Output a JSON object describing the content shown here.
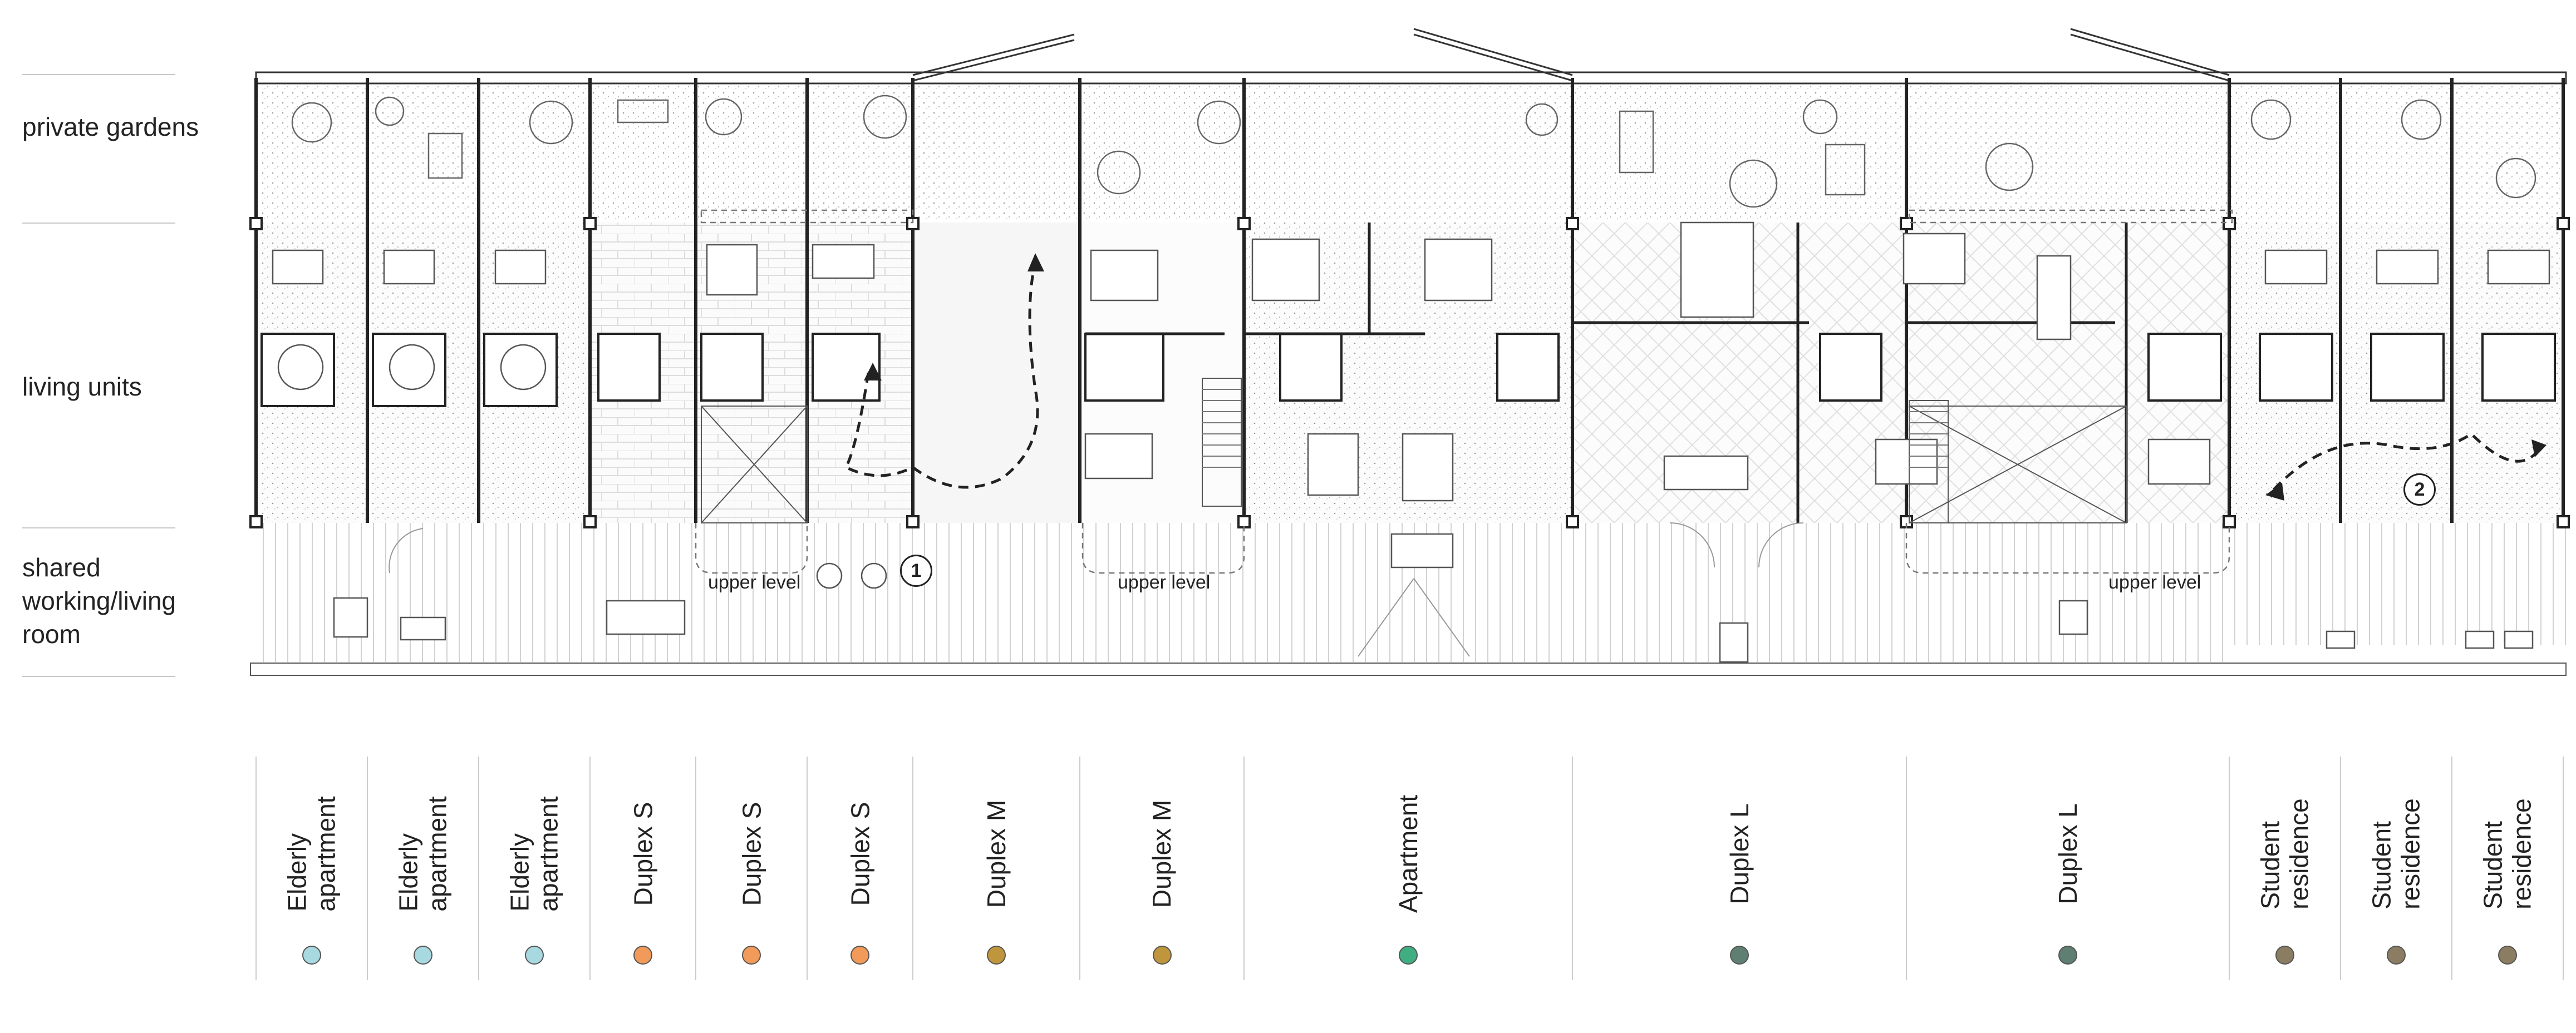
{
  "zones": [
    {
      "id": "gardens",
      "label": "private gardens"
    },
    {
      "id": "units",
      "label": "living units"
    },
    {
      "id": "shared",
      "label": "shared working/living room",
      "lines": [
        "shared",
        "working/living",
        "room"
      ]
    }
  ],
  "units": [
    {
      "lines": [
        "Elderly",
        "apartment"
      ],
      "color": "#a8d8e0"
    },
    {
      "lines": [
        "Elderly",
        "apartment"
      ],
      "color": "#a8d8e0"
    },
    {
      "lines": [
        "Elderly",
        "apartment"
      ],
      "color": "#a8d8e0"
    },
    {
      "lines": [
        "Duplex S"
      ],
      "color": "#f29a5a"
    },
    {
      "lines": [
        "Duplex S"
      ],
      "color": "#f29a5a"
    },
    {
      "lines": [
        "Duplex S"
      ],
      "color": "#f29a5a"
    },
    {
      "lines": [
        "Duplex M"
      ],
      "color": "#c0963c"
    },
    {
      "lines": [
        "Duplex M"
      ],
      "color": "#c0963c"
    },
    {
      "lines": [
        "Apartment"
      ],
      "color": "#3fae83"
    },
    {
      "lines": [
        "Duplex L"
      ],
      "color": "#5f7f72"
    },
    {
      "lines": [
        "Duplex L"
      ],
      "color": "#5f7f72"
    },
    {
      "lines": [
        "Student",
        "residence"
      ],
      "color": "#8a7d62"
    },
    {
      "lines": [
        "Student",
        "residence"
      ],
      "color": "#8a7d62"
    },
    {
      "lines": [
        "Student",
        "residence"
      ],
      "color": "#8a7d62"
    }
  ],
  "annotations": {
    "upper_level": "upper level",
    "marker_1": "1",
    "marker_2": "2"
  },
  "colors": {
    "wall": "#222222",
    "garden_fill": "#f4f4f4",
    "shared_hatch": "#d8d8d8",
    "rule": "#c8c8c8"
  }
}
